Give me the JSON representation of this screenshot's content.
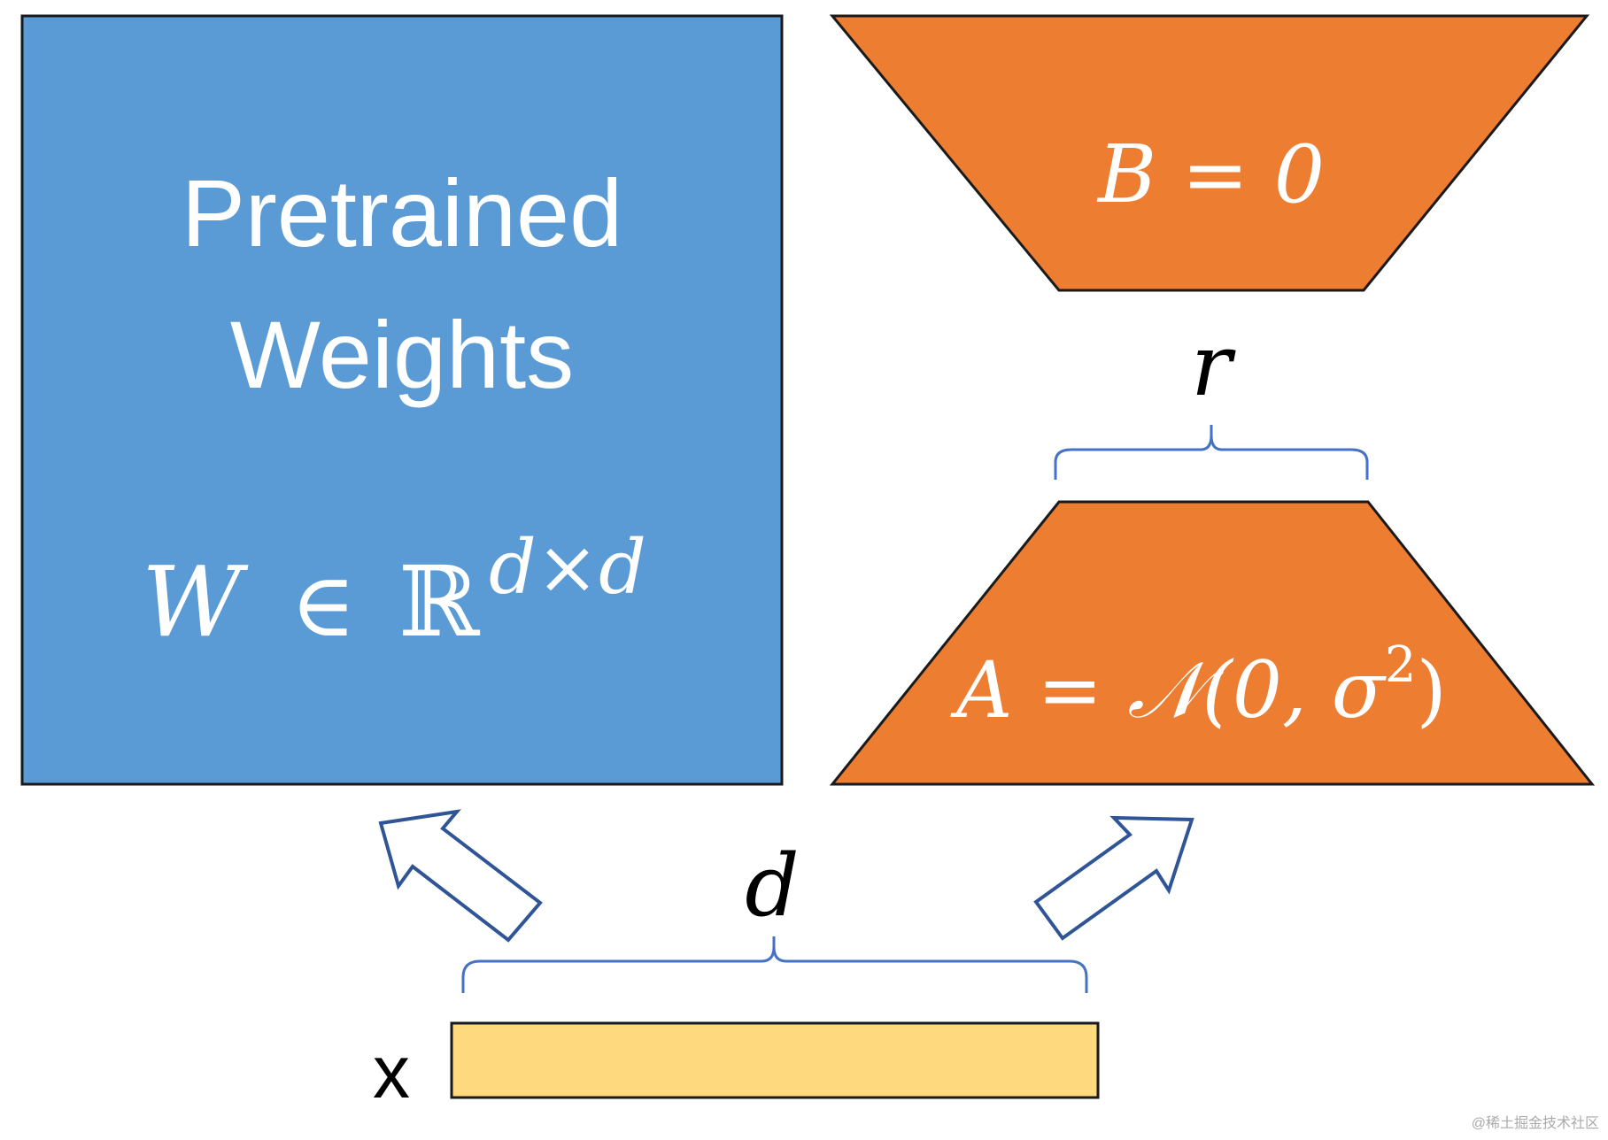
{
  "weights_box": {
    "title_line1": "Pretrained",
    "title_line2": "Weights",
    "formula_W": "W",
    "formula_in": "∈",
    "formula_R": "ℝ",
    "formula_exp": "d×d",
    "fill_color": "#5b9bd5"
  },
  "matrix_B": {
    "label": "B = 0",
    "fill_color": "#ed7d31"
  },
  "matrix_A": {
    "label": "A = 𝒩(0, σ",
    "label_sup": "2",
    "label_close": ")",
    "fill_color": "#ed7d31"
  },
  "rank_label": "r",
  "dim_label": "d",
  "input": {
    "label": "x",
    "fill_color": "#ffd97d"
  },
  "watermark": "@稀土掘金技术社区",
  "bracket_color": "#4472c4",
  "arrow_color": "#2f5597"
}
